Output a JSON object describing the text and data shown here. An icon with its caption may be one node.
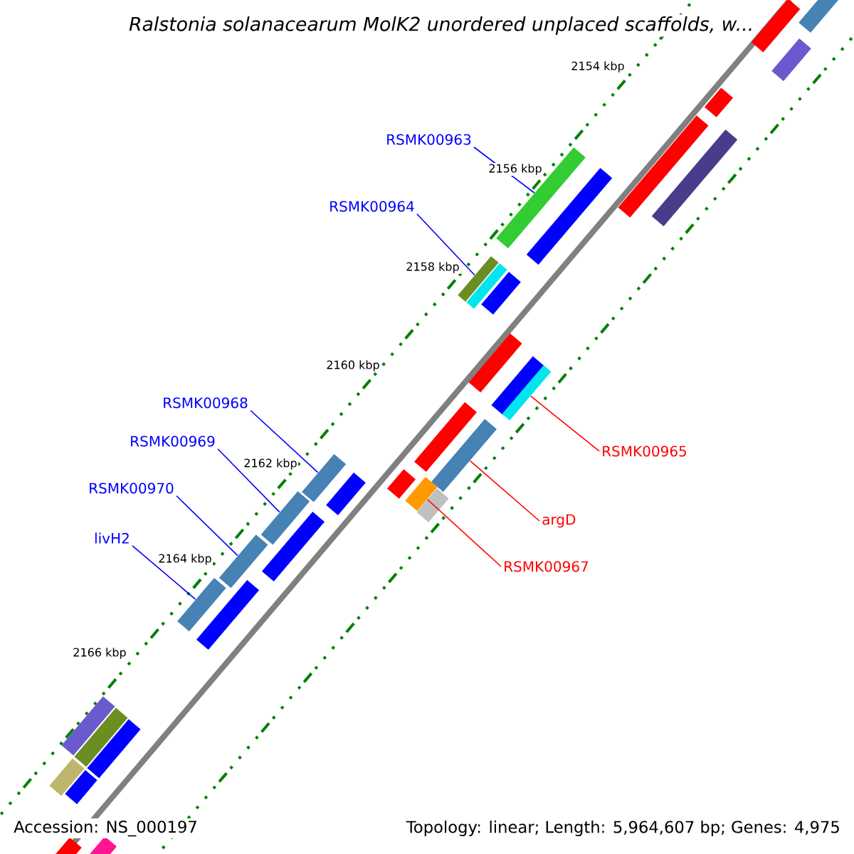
{
  "diagram": {
    "title": "Ralstonia solanacearum MolK2 unordered unplaced scaffolds, w...",
    "nodes": [
      {
        "text": [
          "RSMK00963"
        ]
      },
      {
        "text": [
          "RSMK00964"
        ]
      },
      {
        "text": [
          "RSMK00968"
        ]
      },
      {
        "text": [
          "RSMK00965"
        ]
      },
      {
        "text": [
          "RSMK00969"
        ]
      },
      {
        "text": [
          "argD"
        ]
      },
      {
        "text": [
          "RSMK00970"
        ]
      },
      {
        "text": [
          "RSMK00967"
        ]
      },
      {
        "text": [
          "livH2"
        ]
      },
      {
        "text": [],
        "shape": "bar"
      },
      {
        "text": [],
        "shape": "bar"
      },
      {
        "text": [],
        "shape": "bar"
      },
      {
        "text": [],
        "shape": "bar"
      },
      {
        "text": [],
        "shape": "bar"
      },
      {
        "text": [],
        "shape": "bar"
      },
      {
        "text": [],
        "shape": "bar"
      },
      {
        "text": [],
        "shape": "bar"
      },
      {
        "text": [],
        "shape": "bar"
      },
      {
        "text": [],
        "shape": "bar"
      }
    ],
    "edges": [
      {
        "from": 0,
        "to": 9,
        "arrow": "none"
      },
      {
        "from": 1,
        "to": 10,
        "arrow": "none"
      },
      {
        "from": 2,
        "to": 11,
        "arrow": "none"
      },
      {
        "from": 3,
        "to": 12,
        "arrow": "none",
        "color": "#ff0000"
      },
      {
        "from": 4,
        "to": 13,
        "arrow": "none"
      },
      {
        "from": 5,
        "to": 14,
        "arrow": "none",
        "color": "#ff0000"
      },
      {
        "from": 6,
        "to": 15,
        "arrow": "none"
      },
      {
        "from": 7,
        "to": 16,
        "arrow": "none",
        "color": "#ff0000"
      },
      {
        "from": 8,
        "to": 17,
        "arrow": "none"
      }
    ],
    "labels": [
      "2154 kbp",
      "2156 kbp",
      "2158 kbp",
      "2160 kbp",
      "2162 kbp",
      "2164 kbp",
      "2166 kbp",
      "Accession: NS_000197",
      "Topology: linear; Length: 5,964,607 bp; Genes: 4,975"
    ]
  }
}
